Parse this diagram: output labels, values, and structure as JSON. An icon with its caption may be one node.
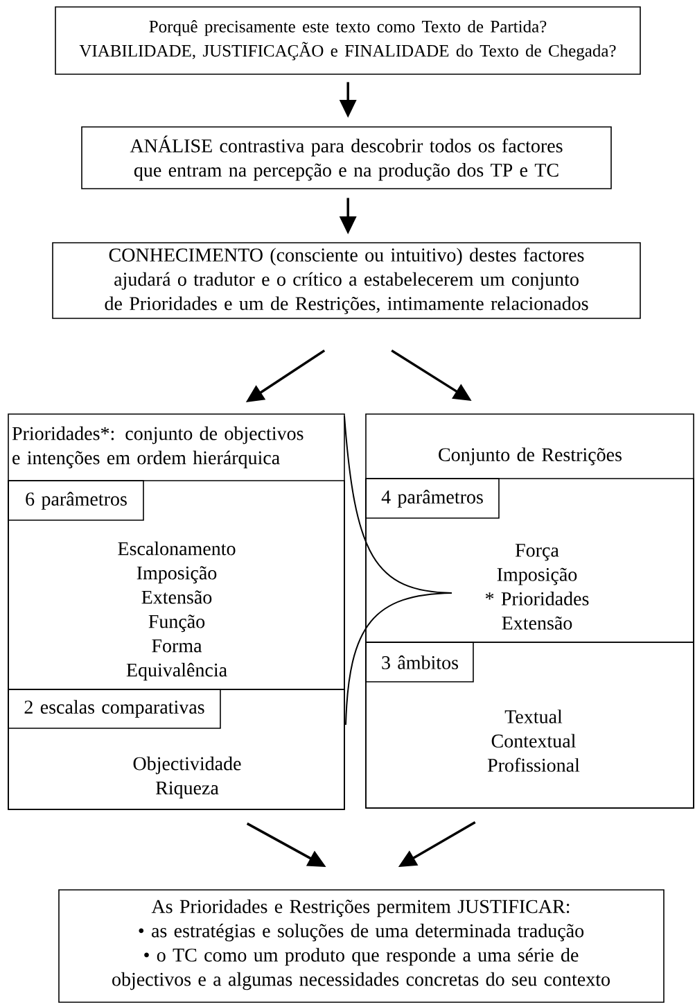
{
  "diagram": {
    "nodes": [
      {
        "text": [
          "Porquê precisamente este texto como Texto de Partida?",
          "VIABILIDADE, JUSTIFICAÇÃO e FINALIDADE do Texto de Chegada?"
        ]
      },
      {
        "text": [
          "ANÁLISE contrastiva para descobrir todos os factores que entram na percepção e na produção dos TP e TC"
        ]
      },
      {
        "text": [
          "CONHECIMENTO (consciente ou intuitivo) destes factores ajudará o tradutor e o crítico a estabelecerem um conjunto de Prioridades e um de Restrições, intimamente relacionados"
        ]
      },
      {
        "text": [
          "Prioridades*: conjunto de objectivos e intenções em ordem hierárquica"
        ]
      },
      {
        "text": [
          "Escalonamento",
          "Imposição",
          "Extensão",
          "Função",
          "Forma",
          "Equivalência"
        ],
        "in": 3
      },
      {
        "text": [
          "6 parâmetros"
        ],
        "in": 4
      },
      {
        "text": [
          "Objectividade",
          "Riqueza"
        ],
        "in": 3
      },
      {
        "text": [
          "2 escalas comparativas"
        ],
        "in": 6
      },
      {
        "text": [
          "Conjunto de Restrições"
        ]
      },
      {
        "text": [
          "Força",
          "Imposição",
          "* Prioridades",
          "Extensão"
        ],
        "in": 8
      },
      {
        "text": [
          "4 parâmetros"
        ],
        "in": 9
      },
      {
        "text": [
          "Textual",
          "Contextual",
          "Profissional"
        ],
        "in": 8
      },
      {
        "text": [
          "3 âmbitos"
        ],
        "in": 11
      },
      {
        "text": [
          "As Prioridades e Restrições permitem JUSTIFICAR:",
          "• as estratégias e soluções de uma determinada tradução",
          "• o TC como um produto que responde a uma série de objectivos e a algumas necessidades concretas do seu contexto"
        ]
      }
    ],
    "edges": [
      {
        "from": 0,
        "to": 1,
        "arrow": "to"
      },
      {
        "from": 1,
        "to": 2,
        "arrow": "to"
      },
      {
        "from": 2,
        "to": 3,
        "arrow": "to"
      },
      {
        "from": 2,
        "to": 8,
        "arrow": "to"
      },
      {
        "from": 3,
        "to": 13,
        "arrow": "to"
      },
      {
        "from": 8,
        "to": 13,
        "arrow": "to"
      }
    ]
  }
}
